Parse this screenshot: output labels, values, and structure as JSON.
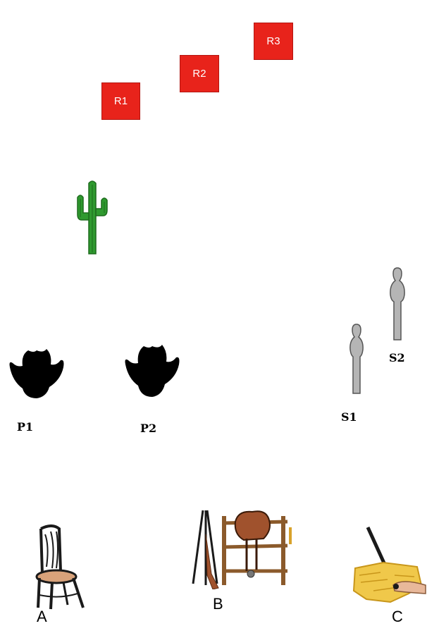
{
  "markers": {
    "r1": "R1",
    "r2": "R2",
    "r3": "R3"
  },
  "players": {
    "p1": "P1",
    "p2": "P2"
  },
  "posts": {
    "s1": "S1",
    "s2": "S2"
  },
  "objects": {
    "a": "A",
    "b": "B",
    "c": "C"
  },
  "colors": {
    "marker_red": "#e8231b",
    "cactus_green": "#2f9a2f",
    "post_gray": "#b5b5b5"
  },
  "icons": {
    "cactus": "cactus-icon",
    "hat": "cowboy-hat-icon",
    "post": "post-icon",
    "chair": "chair-icon",
    "rifle_saddle": "rifle-and-saddle-icon",
    "hay": "hay-bale-icon"
  }
}
